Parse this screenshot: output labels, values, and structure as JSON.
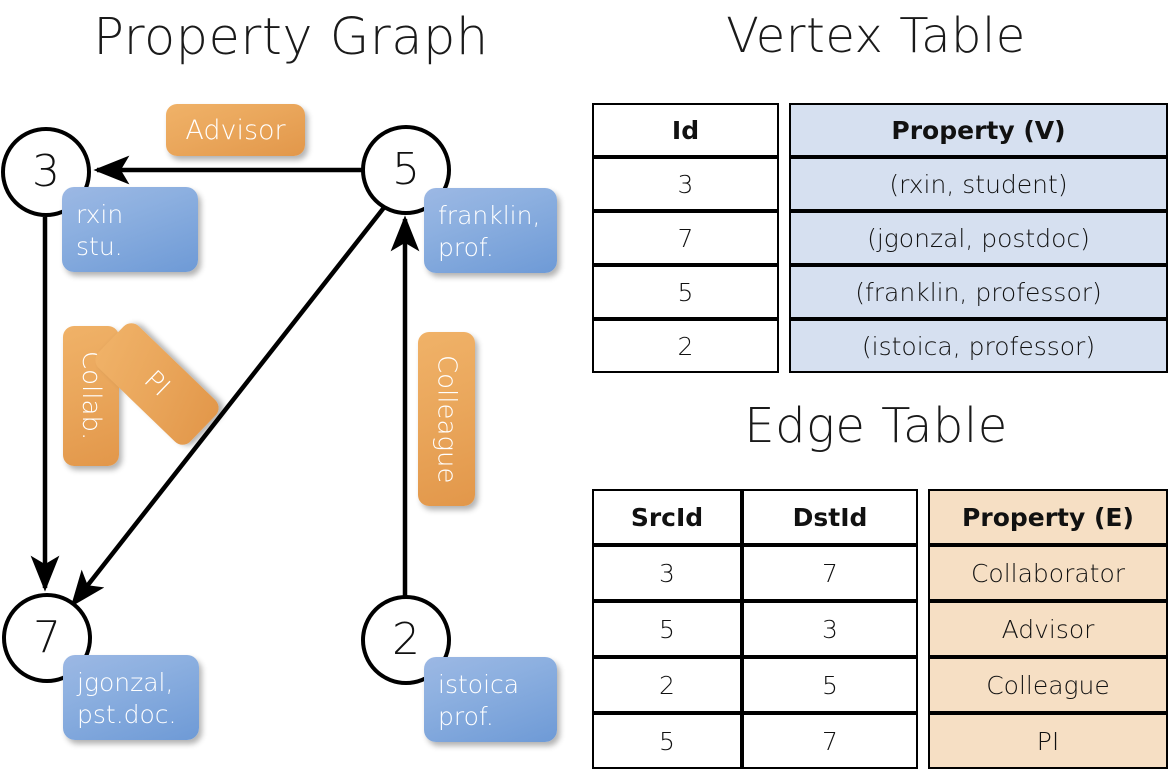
{
  "titles": {
    "property_graph": "Property Graph",
    "vertex_table": "Vertex Table",
    "edge_table": "Edge Table"
  },
  "graph": {
    "nodes": [
      {
        "id": "3",
        "property_lines": [
          "rxin",
          "stu."
        ]
      },
      {
        "id": "5",
        "property_lines": [
          "franklin,",
          "prof."
        ]
      },
      {
        "id": "7",
        "property_lines": [
          "jgonzal,",
          "pst.doc."
        ]
      },
      {
        "id": "2",
        "property_lines": [
          "istoica",
          "prof."
        ]
      }
    ],
    "edge_labels": [
      {
        "name": "advisor",
        "text": "Advisor"
      },
      {
        "name": "collab",
        "text": "Collab."
      },
      {
        "name": "pi",
        "text": "PI"
      },
      {
        "name": "colleague",
        "text": "Colleague"
      }
    ],
    "edges": [
      {
        "src": "5",
        "dst": "3",
        "label": "Advisor"
      },
      {
        "src": "3",
        "dst": "7",
        "label": "Collab."
      },
      {
        "src": "5",
        "dst": "7",
        "label": "PI"
      },
      {
        "src": "2",
        "dst": "5",
        "label": "Colleague"
      }
    ]
  },
  "vertex_table": {
    "headers": [
      "Id",
      "Property (V)"
    ],
    "rows": [
      {
        "id": "3",
        "property": "(rxin, student)"
      },
      {
        "id": "7",
        "property": "(jgonzal, postdoc)"
      },
      {
        "id": "5",
        "property": "(franklin, professor)"
      },
      {
        "id": "2",
        "property": "(istoica, professor)"
      }
    ]
  },
  "edge_table": {
    "headers": [
      "SrcId",
      "DstId",
      "Property (E)"
    ],
    "rows": [
      {
        "src": "3",
        "dst": "7",
        "property": "Collaborator"
      },
      {
        "src": "5",
        "dst": "3",
        "property": "Advisor"
      },
      {
        "src": "2",
        "dst": "5",
        "property": "Colleague"
      },
      {
        "src": "5",
        "dst": "7",
        "property": "PI"
      }
    ]
  },
  "colors": {
    "vertex_property_fill": "#d6e0f0",
    "edge_property_fill": "#f6dfc4",
    "node_property_box": "#7ea5dc",
    "edge_label_chip": "#eaa75c",
    "border": "#000000"
  }
}
